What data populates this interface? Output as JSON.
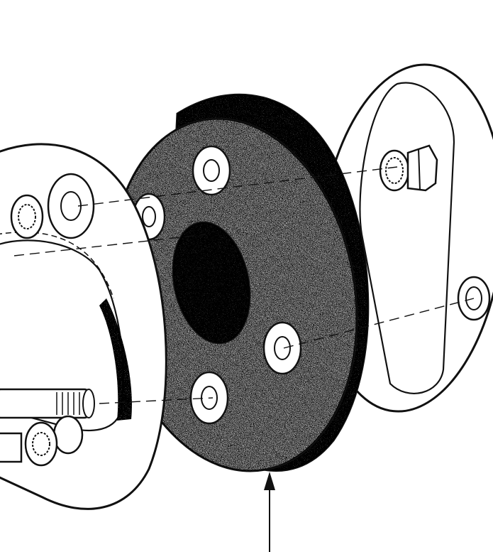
{
  "diagram": {
    "kind": "exploded-view",
    "parts": [
      {
        "id": "left-flange",
        "icon": "flange-plate-icon"
      },
      {
        "id": "rubber-coupling-disc",
        "icon": "rubber-disc-icon"
      },
      {
        "id": "right-flange",
        "icon": "flange-plate-icon"
      },
      {
        "id": "bolt-with-washer",
        "icon": "bolt-icon"
      },
      {
        "id": "nut-with-washer",
        "icon": "nut-icon"
      }
    ],
    "pointer": {
      "icon": "arrow-up-icon",
      "target": "rubber-coupling-disc"
    },
    "colors": {
      "ink": "#111111",
      "paper": "#ffffff",
      "stipple": "#222222"
    }
  }
}
